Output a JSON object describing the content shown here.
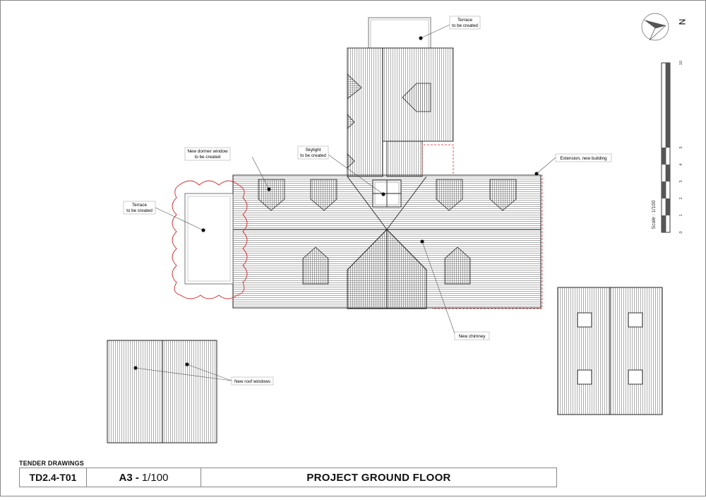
{
  "annotations": {
    "terrace_top": [
      "Terrace",
      "to be created"
    ],
    "dormer": [
      "New dormer window",
      "to be created"
    ],
    "skylight": [
      "Skylight",
      "to be created"
    ],
    "extension": "Extension,  new building",
    "terrace_left": [
      "Terrace",
      "to be created"
    ],
    "chimney": "New chimney",
    "roof_windows": "New roof windows"
  },
  "compass": {
    "north_label": "N",
    "icon": "north-arrow-icon"
  },
  "scale_bar": {
    "label": "Scale : 1/100",
    "ticks": [
      "0",
      "1",
      "2",
      "3",
      "4",
      "5",
      "10"
    ]
  },
  "title_block": {
    "heading": "TENDER DRAWINGS",
    "code": "TD2.4-T01",
    "format_bold": "A3 -",
    "format_scale": "1/100",
    "title": "PROJECT GROUND FLOOR"
  },
  "colors": {
    "line": "#222222",
    "hatch": "#6a6a6a",
    "new_work": "#d42a2a",
    "frame": "#777777"
  }
}
